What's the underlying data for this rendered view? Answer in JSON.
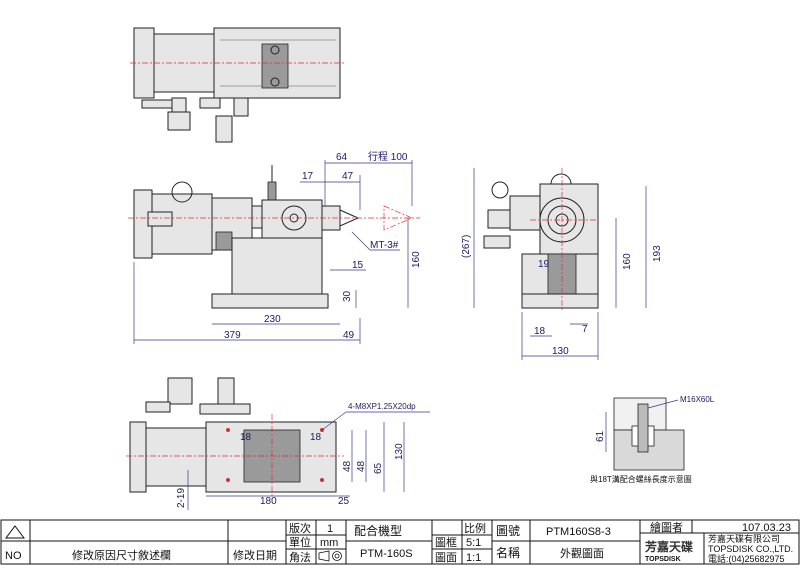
{
  "dims": {
    "top_64": "64",
    "stroke_label": "行程 100",
    "dim_17": "17",
    "dim_47": "47",
    "mt3": "MT-3#",
    "dim_15": "15",
    "dim_160": "160",
    "dim_30": "30",
    "dim_230": "230",
    "dim_379": "379",
    "dim_49": "49",
    "side_267": "(267)",
    "side_19": "19",
    "side_160": "160",
    "side_193": "193",
    "side_18": "18",
    "side_7": "7",
    "side_130": "130",
    "plan_m8": "4-M8XP1.25X20dp",
    "plan_18a": "18",
    "plan_18b": "18",
    "plan_48a": "48",
    "plan_48b": "48",
    "plan_65": "65",
    "plan_130": "130",
    "plan_180": "180",
    "plan_25": "25",
    "plan_2_19": "2-19",
    "detail_m16": "M16X60L",
    "detail_61": "61",
    "detail_caption": "與18T溝配合螺絲長度示意圖"
  },
  "title_block": {
    "rev_no": "NO",
    "rev_content": "修改原因尺寸敘述欄",
    "rev_date": "修改日期",
    "version_label": "版次",
    "version_value": "1",
    "unit_label": "單位",
    "unit_value": "mm",
    "angle_label": "角法",
    "machine_label": "配合機型",
    "machine_value": "PTM-160S",
    "scale_label": "比例",
    "frame_label": "圖框",
    "frame_value": "5:1",
    "sheet_label": "圖面",
    "sheet_value": "1:1",
    "drawing_no_label": "圖號",
    "drawing_no_value": "PTM160S8-3",
    "name_label": "名稱",
    "name_value": "外觀圖面",
    "drawer_label": "繪圖者",
    "date_value": "107.03.23",
    "logo_text": "芳嘉天碟",
    "logo_en": "TOPSDISK",
    "company_cn": "芳嘉天碟有限公司",
    "company_en": "TOPSDISK CO.,LTD.",
    "phone": "電話:(04)25682975"
  }
}
